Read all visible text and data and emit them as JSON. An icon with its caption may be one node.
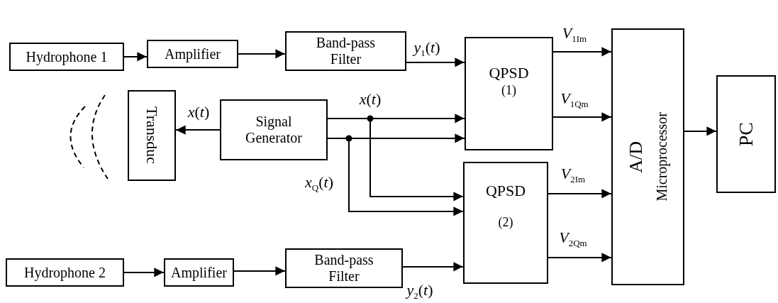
{
  "diagram": {
    "nodes": [
      {
        "text": [
          "Hydrophone 1"
        ]
      },
      {
        "text": [
          "Amplifier"
        ]
      },
      {
        "text": [
          "Band-pass Filter"
        ]
      },
      {
        "text": [
          "QPSD",
          "(1)"
        ]
      },
      {
        "text": [
          "Transduc"
        ]
      },
      {
        "text": [
          "Signal Generator"
        ]
      },
      {
        "text": [
          "QPSD",
          "(2)"
        ]
      },
      {
        "text": [
          "Hydrophone 2"
        ]
      },
      {
        "text": [
          "Amplifier"
        ]
      },
      {
        "text": [
          "Band-pass Filter"
        ]
      },
      {
        "text": [
          "A/D",
          "Microprocessor"
        ]
      },
      {
        "text": [
          "PC"
        ]
      }
    ],
    "edges": [
      {
        "from": 0,
        "to": 1,
        "arrow": "to"
      },
      {
        "from": 1,
        "to": 2,
        "arrow": "to"
      },
      {
        "from": 2,
        "to": 3,
        "arrow": "to",
        "label": "*y*$_{1}$(*t*)"
      },
      {
        "from": 5,
        "to": 4,
        "arrow": "to",
        "label": "*x*(*t*)"
      },
      {
        "from": 5,
        "to": 3,
        "arrow": "to",
        "label": "*x*(*t*)"
      },
      {
        "from": 5,
        "to": 3,
        "arrow": "to"
      },
      {
        "from": 5,
        "to": 6,
        "arrow": "to"
      },
      {
        "from": 5,
        "to": 6,
        "arrow": "to",
        "label": "*x*$_{Q}$(*t*)"
      },
      {
        "from": 7,
        "to": 8,
        "arrow": "to"
      },
      {
        "from": 8,
        "to": 9,
        "arrow": "to"
      },
      {
        "from": 9,
        "to": 6,
        "arrow": "to",
        "label": "*y*$_{2}$(*t*)"
      },
      {
        "from": 3,
        "to": 10,
        "arrow": "to",
        "label": "*V*$_{1Im}$"
      },
      {
        "from": 3,
        "to": 10,
        "arrow": "to",
        "label": "*V*$_{1Qm}$"
      },
      {
        "from": 6,
        "to": 10,
        "arrow": "to",
        "label": "*V*$_{2Im}$"
      },
      {
        "from": 6,
        "to": 10,
        "arrow": "to",
        "label": "*V*$_{2Qm}$"
      },
      {
        "from": 10,
        "to": 11,
        "arrow": "to"
      }
    ]
  }
}
